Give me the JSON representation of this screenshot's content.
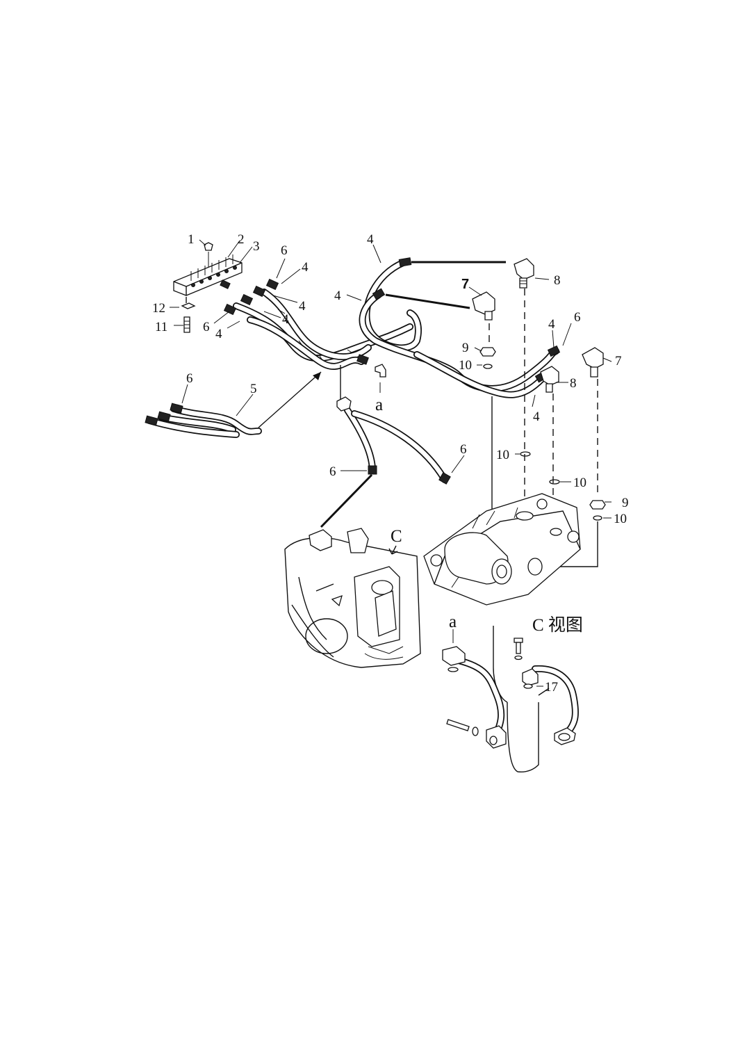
{
  "callouts": {
    "n1": "1",
    "n2": "2",
    "n3": "3",
    "n4": "4",
    "n5": "5",
    "n6": "6",
    "n7": "7",
    "n8": "8",
    "n9": "9",
    "n10": "10",
    "n11": "11",
    "n12": "12",
    "n17": "17"
  },
  "letters": {
    "a": "a",
    "c": "C",
    "view_c": "C 视图"
  },
  "colors": {
    "line": "#111111",
    "background": "#ffffff"
  }
}
